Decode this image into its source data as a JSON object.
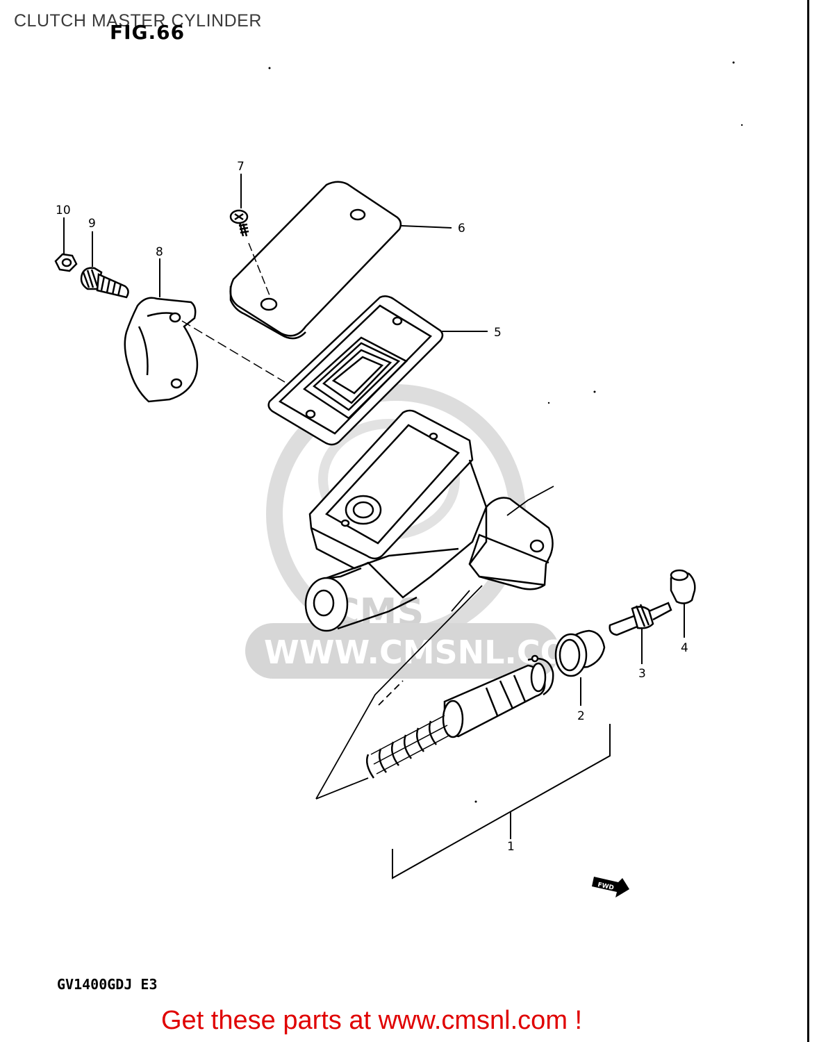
{
  "header": {
    "title": "CLUTCH MASTER CYLINDER",
    "figure": "FIG.66"
  },
  "callouts": {
    "c1": "1",
    "c2": "2",
    "c3": "3",
    "c4": "4",
    "c5": "5",
    "c6": "6",
    "c7": "7",
    "c8": "8",
    "c9": "9",
    "c10": "10"
  },
  "fwd_badge": "FWD",
  "watermark": {
    "brand": "CMS",
    "url": "WWW.CMSNL.COM"
  },
  "footer": {
    "model_code": "GV1400GDJ E3",
    "promo": "Get these parts at www.cmsnl.com !"
  },
  "colors": {
    "promo_text": "#e00000",
    "watermark": "#d2d2d2",
    "line_art": "#000000"
  }
}
